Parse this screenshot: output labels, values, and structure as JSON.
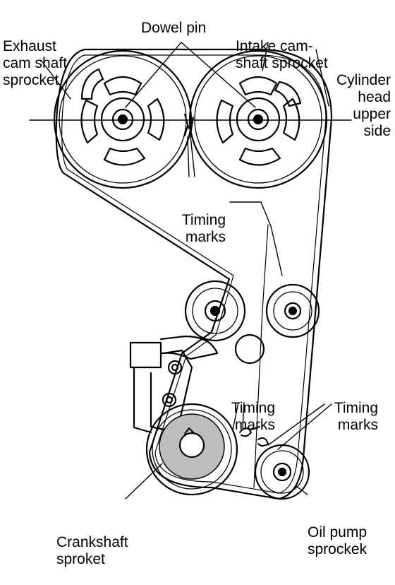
{
  "labels": {
    "exhaust": [
      "Exhaust",
      "cam shaft",
      "sprocket"
    ],
    "dowel": "Dowel pin",
    "intake": [
      "Intake cam-",
      "shaft sprocket"
    ],
    "cylinder": [
      "Cylinder",
      "head",
      "upper",
      "side"
    ],
    "timing_top": [
      "Timing",
      "marks"
    ],
    "timing_mid": [
      "Timing",
      "marks"
    ],
    "timing_right": [
      "Timing",
      "marks"
    ],
    "crank": [
      "Crankshaft",
      "sproket"
    ],
    "oilpump": [
      "Oil pump",
      "sprockek"
    ]
  }
}
